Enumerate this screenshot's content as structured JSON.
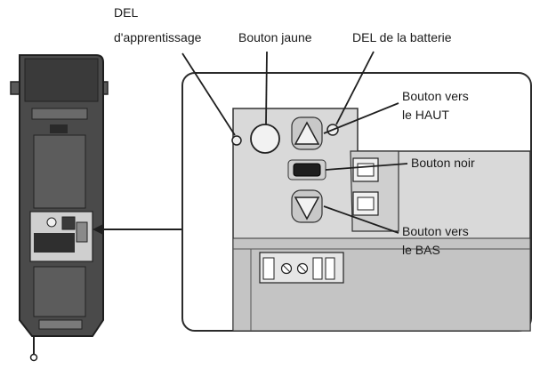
{
  "labels": {
    "learn_led_line1": "DEL",
    "learn_led_line2": "d'apprentissage",
    "yellow_button": "Bouton jaune",
    "battery_led": "DEL de la batterie",
    "up_button_line1": "Bouton vers",
    "up_button_line2": "le HAUT",
    "black_button": "Bouton noir",
    "down_button_line1": "Bouton vers",
    "down_button_line2": "le BAS"
  },
  "colors": {
    "line": "#2b2b2b",
    "device_body": "#4a4a4a",
    "device_dark": "#2e2e2e",
    "panel_light": "#d9d9d9",
    "panel_mid": "#c2c2c2",
    "button_fill": "#eeeeee",
    "black_button": "#1e1e1e"
  }
}
